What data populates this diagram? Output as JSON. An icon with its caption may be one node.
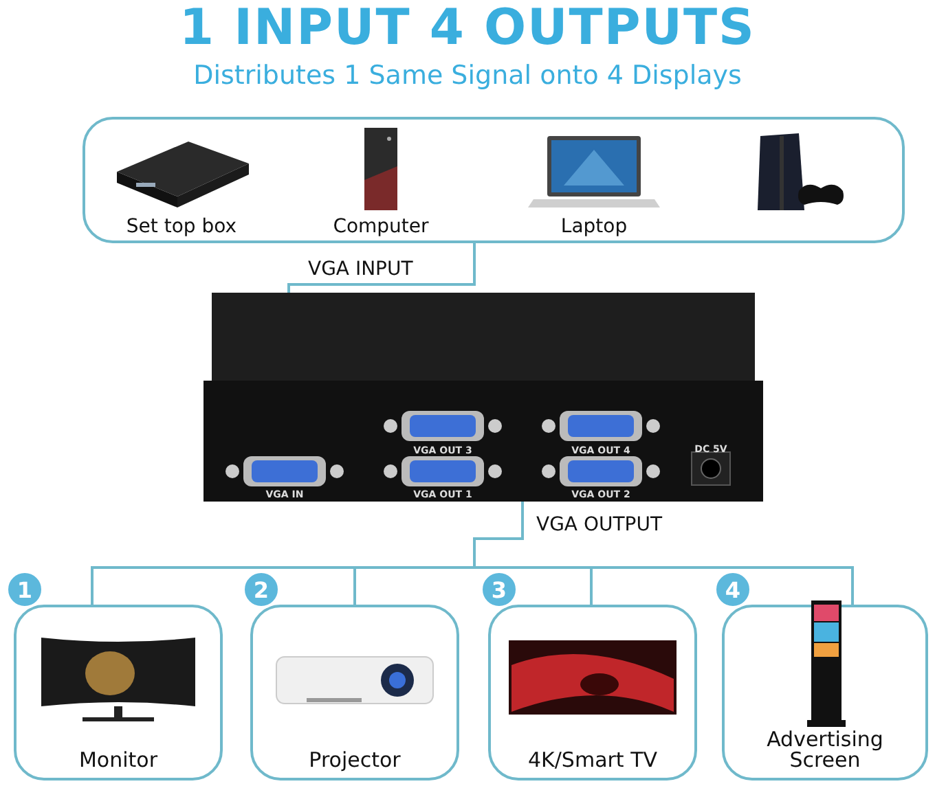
{
  "diagram": {
    "title": "1 INPUT 4 OUTPUTS",
    "caption": "Distributes 1 Same Signal onto 4 Displays",
    "nodes": [
      {
        "text": [],
        "shape": "box"
      },
      {
        "text": [
          "Set top box"
        ],
        "in": 0
      },
      {
        "text": [
          "Computer"
        ],
        "in": 0
      },
      {
        "text": [
          "Laptop"
        ],
        "in": 0
      },
      {
        "text": [],
        "shape": "picture",
        "in": 0
      },
      {
        "text": [
          "VGA OUT 3",
          "VGA OUT 4",
          "DC 5V",
          "VGA IN",
          "VGA OUT 1",
          "VGA OUT 2"
        ]
      },
      {
        "text": [
          "Monitor"
        ],
        "beside": [
          "1"
        ]
      },
      {
        "text": [
          "Projector"
        ],
        "beside": [
          "2"
        ]
      },
      {
        "text": [
          "4K/Smart TV"
        ],
        "beside": [
          "3"
        ]
      },
      {
        "text": [
          "Advertising Screen"
        ],
        "beside": [
          "4"
        ]
      }
    ],
    "edges": [
      {
        "from": 0,
        "to": 5,
        "arrow": "none",
        "label": "VGA INPUT"
      },
      {
        "from": 5,
        "to": 6,
        "arrow": "none",
        "label": "VGA OUTPUT"
      },
      {
        "from": 5,
        "to": 7,
        "arrow": "none"
      },
      {
        "from": 5,
        "to": 8,
        "arrow": "none"
      },
      {
        "from": 5,
        "to": 9,
        "arrow": "none"
      }
    ]
  }
}
